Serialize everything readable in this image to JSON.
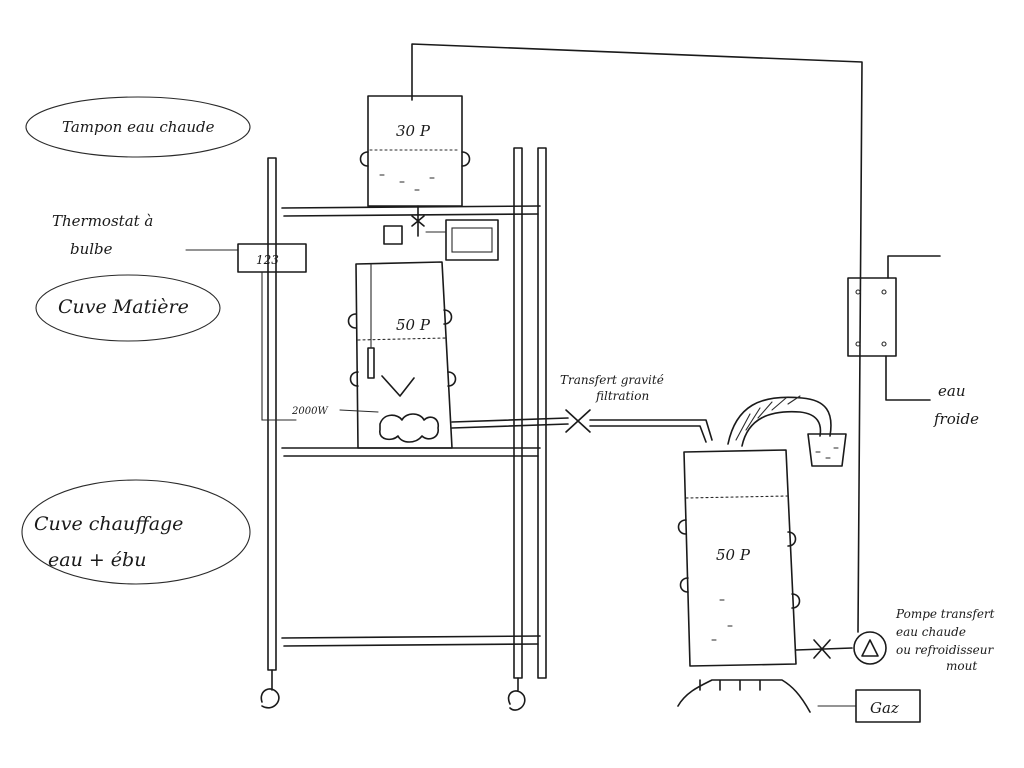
{
  "labels": {
    "tampon": "Tampon eau chaude",
    "thermostat_line1": "Thermostat à",
    "thermostat_line2": "bulbe",
    "thermostat_display": "123",
    "cuve_matiere": "Cuve Matière",
    "cuve_chauffage_line1": "Cuve chauffage",
    "cuve_chauffage_line2": "eau + ébu",
    "tank_top": "30 P",
    "tank_middle": "50 P",
    "tank_right": "50 P",
    "heater": "2000W",
    "transfert_line1": "Transfert gravité",
    "transfert_line2": "filtration",
    "eau_froide_line1": "eau",
    "eau_froide_line2": "froide",
    "pompe_line1": "Pompe transfert",
    "pompe_line2": "eau chaude",
    "pompe_line3": "ou refroidisseur",
    "pompe_line4": "mout",
    "gaz": "Gaz"
  },
  "colors": {
    "ink": "#1a1a1a",
    "paper": "#ffffff"
  }
}
